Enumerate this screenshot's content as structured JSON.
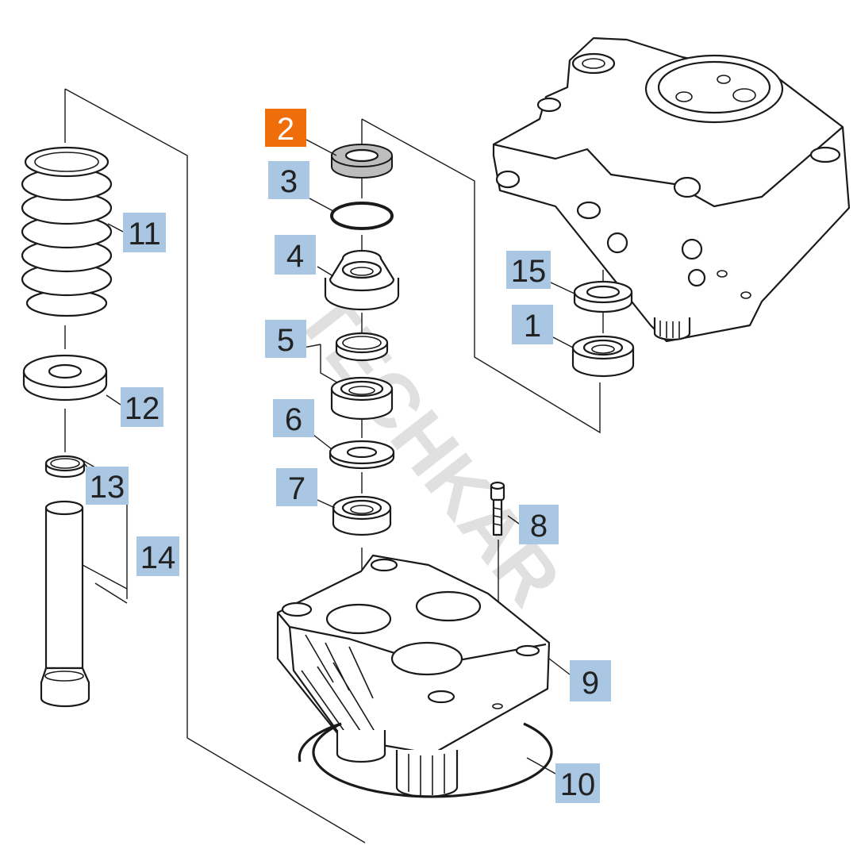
{
  "watermark": "TECHKAR",
  "colors": {
    "label_bg": "#a9c6e3",
    "label_selected_bg": "#f06e0a",
    "label_text": "#222222",
    "label_selected_text": "#ffffff"
  },
  "selected_part": "2",
  "labels": [
    {
      "id": "2",
      "text": "2",
      "selected": true
    },
    {
      "id": "3",
      "text": "3"
    },
    {
      "id": "4",
      "text": "4"
    },
    {
      "id": "5",
      "text": "5"
    },
    {
      "id": "6",
      "text": "6"
    },
    {
      "id": "7",
      "text": "7"
    },
    {
      "id": "8",
      "text": "8"
    },
    {
      "id": "9",
      "text": "9"
    },
    {
      "id": "10",
      "text": "10"
    },
    {
      "id": "11",
      "text": "11"
    },
    {
      "id": "12",
      "text": "12"
    },
    {
      "id": "13",
      "text": "13"
    },
    {
      "id": "14",
      "text": "14"
    },
    {
      "id": "15",
      "text": "15"
    },
    {
      "id": "1",
      "text": "1"
    }
  ]
}
